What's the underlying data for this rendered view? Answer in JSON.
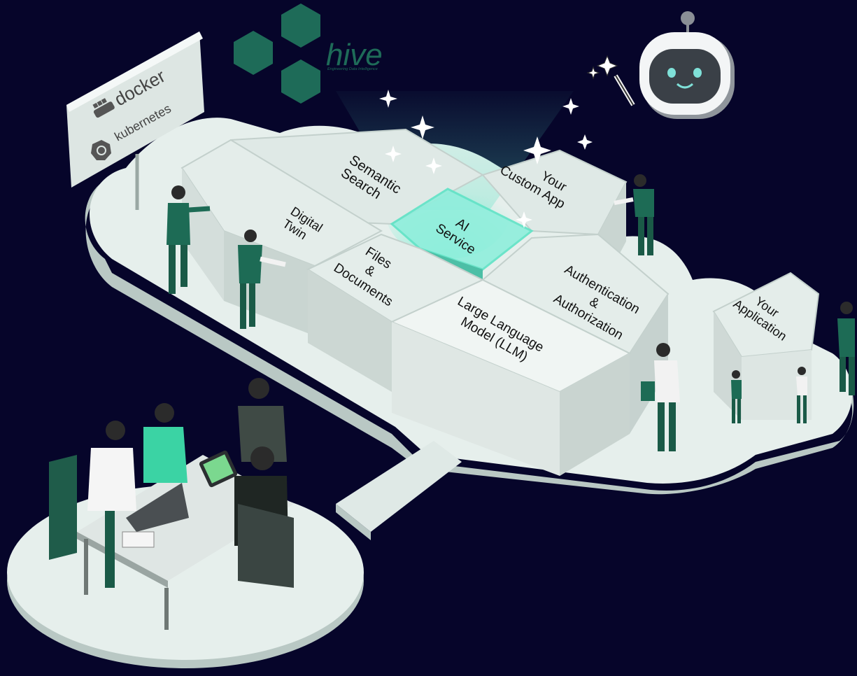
{
  "colors": {
    "background": "#06052a",
    "platform": "#e6efec",
    "platform_edge": "#c9d6d2",
    "tile_top": "#e2ece9",
    "tile_side": "#c6d2cf",
    "brand_green": "#1e6b58",
    "accent_glow": "#5fe3c6",
    "person_green": "#1d6b55"
  },
  "brand": {
    "name": "hive",
    "tagline": "Engineering Data Intelligence"
  },
  "infra_sign": {
    "docker": "docker",
    "kubernetes": "kubernetes"
  },
  "tiles": {
    "semantic_search": [
      "Semantic",
      "Search"
    ],
    "custom_app": [
      "Your",
      "Custom App"
    ],
    "digital_twin": [
      "Digital",
      "Twin"
    ],
    "ai_service": [
      "AI",
      "Service"
    ],
    "files_documents": [
      "Files",
      "&",
      "Documents"
    ],
    "auth": [
      "Authentication",
      "&",
      "Authorization"
    ],
    "llm": [
      "Large Language",
      "Model (LLM)"
    ],
    "your_application": [
      "Your",
      "Application"
    ]
  },
  "icons": [
    "docker-icon",
    "kubernetes-icon",
    "robot-icon",
    "magic-wand-icon",
    "sparkle-icon"
  ]
}
